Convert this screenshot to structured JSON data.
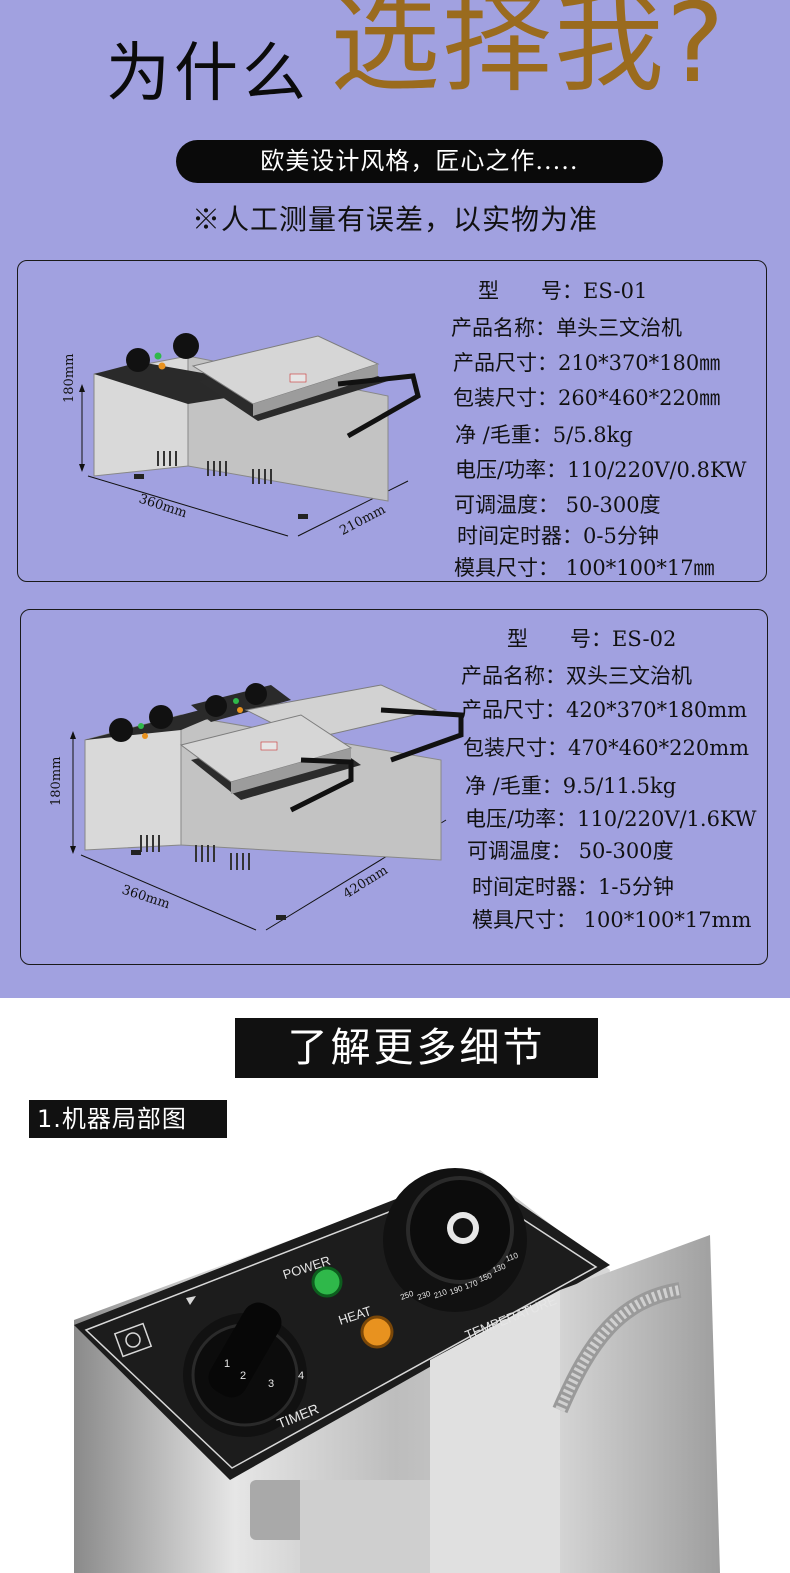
{
  "hero": {
    "prefix": "为什么",
    "emphasis": "选择我?"
  },
  "slogan": "欧美设计风格，匠心之作.....",
  "notice": "※人工测量有误差，以实物为准",
  "products": [
    {
      "model_label": "型　　号：",
      "model": "ES-01",
      "specs": [
        {
          "label": "产品名称：",
          "value": "单头三文治机"
        },
        {
          "label": "产品尺寸：",
          "value": "210*370*180㎜"
        },
        {
          "label": "包装尺寸：",
          "value": "260*460*220㎜"
        },
        {
          "label": "净 /毛重：",
          "value": "5/5.8kg"
        },
        {
          "label": "电压/功率：",
          "value": "110/220V/0.8KW"
        },
        {
          "label": "可调温度：",
          "value": " 50-300度"
        },
        {
          "label": "时间定时器：",
          "value": "0-5分钟"
        },
        {
          "label": "模具尺寸：",
          "value": " 100*100*17㎜"
        }
      ],
      "dimensions": {
        "height": "180mm",
        "length": "360mm",
        "width": "210mm"
      }
    },
    {
      "model_label": "型　　号：",
      "model": "ES-02",
      "specs": [
        {
          "label": "产品名称：",
          "value": "双头三文治机"
        },
        {
          "label": "产品尺寸：",
          "value": "420*370*180mm"
        },
        {
          "label": "包装尺寸：",
          "value": "470*460*220mm"
        },
        {
          "label": "净 /毛重：",
          "value": "9.5/11.5kg"
        },
        {
          "label": "电压/功率：",
          "value": "110/220V/1.6KW"
        },
        {
          "label": "可调温度：",
          "value": " 50-300度"
        },
        {
          "label": "时间定时器：",
          "value": "1-5分钟"
        },
        {
          "label": "模具尺寸：",
          "value": " 100*100*17mm"
        }
      ],
      "dimensions": {
        "height": "180mm",
        "length": "360mm",
        "width": "420mm"
      }
    }
  ],
  "details": {
    "title": "了解更多细节",
    "section": "1.机器局部图",
    "panel_labels": {
      "power": "POWER",
      "heat": "HEAT",
      "timer": "TIMER",
      "temperature": "TEMPERATURE",
      "timer_marks": [
        "1",
        "2",
        "3",
        "4"
      ],
      "temp_marks": [
        "250",
        "230",
        "210",
        "190",
        "170",
        "150",
        "130",
        "110"
      ]
    }
  },
  "colors": {
    "background": "#a1a1e0",
    "accent": "#9a6b1e",
    "power_lamp": "#2fb84a",
    "heat_lamp": "#e8921f",
    "panel": "#1c1c1c",
    "steel": "#c9c9c9"
  }
}
